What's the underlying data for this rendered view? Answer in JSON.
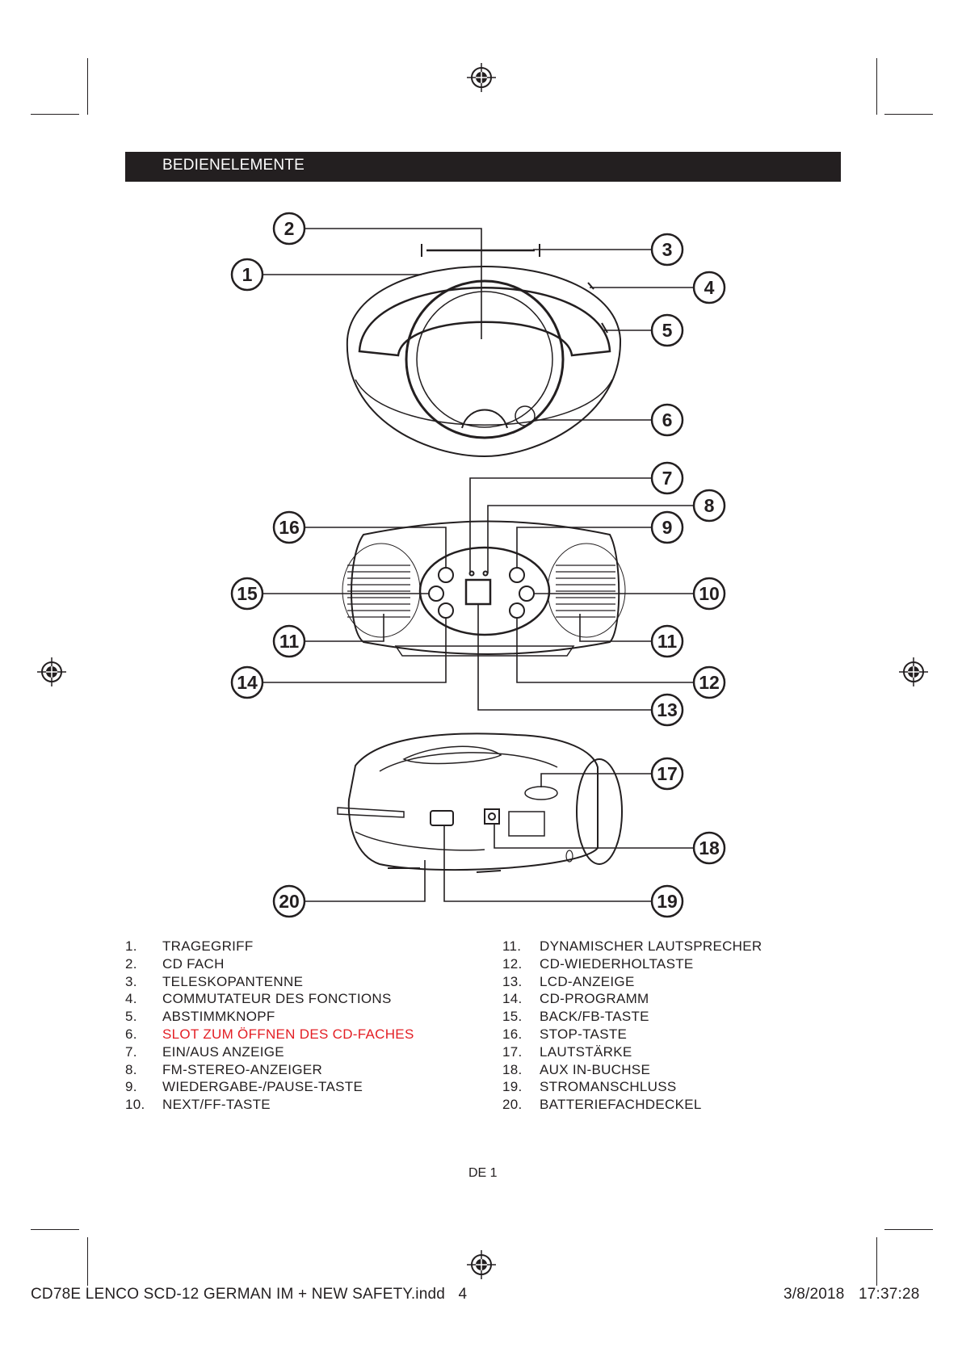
{
  "section_title": "BEDIENELEMENTE",
  "callouts": [
    "1",
    "2",
    "3",
    "4",
    "5",
    "6",
    "7",
    "8",
    "9",
    "10",
    "11",
    "11",
    "12",
    "13",
    "14",
    "15",
    "16",
    "17",
    "18",
    "19",
    "20"
  ],
  "legend_left": [
    {
      "num": "1.",
      "label": "TRAGEGRIFF"
    },
    {
      "num": "2.",
      "label": "CD FACH"
    },
    {
      "num": "3.",
      "label": "TELESKOPANTENNE"
    },
    {
      "num": "4.",
      "label": "COMMUTATEUR DES FONCTIONS"
    },
    {
      "num": "5.",
      "label": "ABSTIMMKNOPF"
    },
    {
      "num": "6.",
      "label": "SLOT ZUM ÖFFNEN DES CD-FACHES"
    },
    {
      "num": "7.",
      "label": "EIN/AUS ANZEIGE"
    },
    {
      "num": "8.",
      "label": "FM-STEREO-ANZEIGER"
    },
    {
      "num": "9.",
      "label": "WIEDERGABE-/PAUSE-TASTE"
    },
    {
      "num": "10.",
      "label": "NEXT/FF-TASTE"
    }
  ],
  "legend_right": [
    {
      "num": "11.",
      "label": "DYNAMISCHER LAUTSPRECHER"
    },
    {
      "num": "12.",
      "label": "CD-WIEDERHOLTASTE"
    },
    {
      "num": "13.",
      "label": "LCD-ANZEIGE"
    },
    {
      "num": "14.",
      "label": "CD-PROGRAMM"
    },
    {
      "num": "15.",
      "label": "BACK/FB-TASTE"
    },
    {
      "num": "16.",
      "label": "STOP-TASTE"
    },
    {
      "num": "17.",
      "label": "LAUTSTÄRKE"
    },
    {
      "num": "18.",
      "label": "AUX IN-BUCHSE"
    },
    {
      "num": "19.",
      "label": "STROMANSCHLUSS"
    },
    {
      "num": "20.",
      "label": "BATTERIEFACHDECKEL"
    }
  ],
  "highlight_color": "#e31e24",
  "page_label": "DE 1",
  "footer": {
    "file": "CD78E LENCO SCD-12 GERMAN IM + NEW SAFETY.indd   4",
    "date": "3/8/2018",
    "time": "17:37:28"
  }
}
